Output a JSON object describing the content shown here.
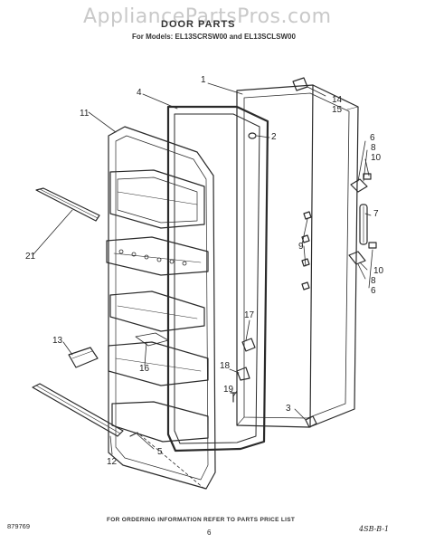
{
  "watermark": "AppliancePartsPros.com",
  "header": {
    "title": "DOOR PARTS",
    "models": "For Models: EL13SCRSW00 and EL13SCLSW00"
  },
  "footer": {
    "ordering_note": "FOR ORDERING INFORMATION REFER TO PARTS PRICE LIST",
    "page_number": "6",
    "document_number": "879769",
    "signature": "4SB-B-1"
  },
  "callouts": [
    "1",
    "2",
    "3",
    "4",
    "5",
    "6",
    "7",
    "8",
    "9",
    "10",
    "11",
    "12",
    "13",
    "14",
    "15",
    "16",
    "17",
    "18",
    "19",
    "21"
  ]
}
